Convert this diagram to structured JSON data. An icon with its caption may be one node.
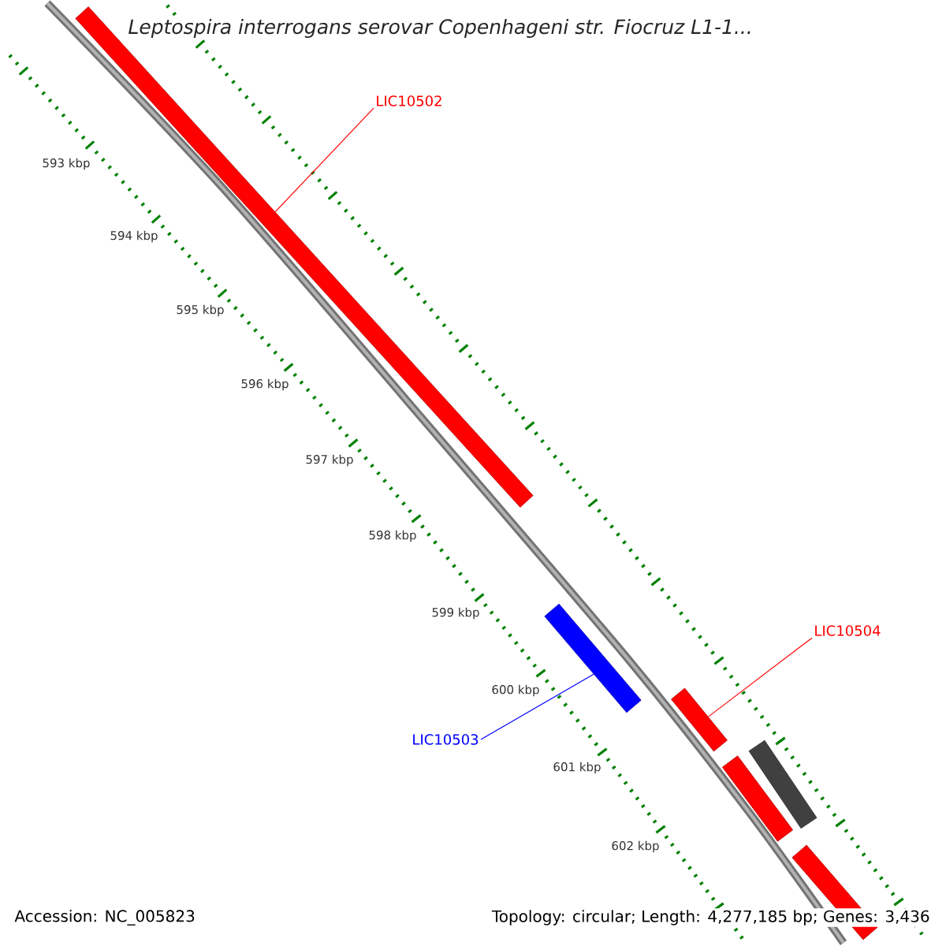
{
  "diagram": {
    "title": "Leptospira interrogans serovar Copenhageni str. Fiocruz L1-1...",
    "nodes": [
      {
        "text": [
          "LIC10502"
        ]
      },
      {
        "text": [],
        "shape": "bar"
      },
      {
        "text": [
          "LIC10504"
        ]
      },
      {
        "text": [],
        "shape": "bar"
      },
      {
        "text": [
          "LIC10503"
        ]
      },
      {
        "text": [],
        "shape": "bar"
      },
      {
        "text": [],
        "shape": "bar"
      },
      {
        "text": [],
        "shape": "bar"
      },
      {
        "text": [],
        "shape": "bar"
      }
    ],
    "edges": [
      {
        "from": 0,
        "to": 1,
        "arrow": "none"
      },
      {
        "from": 2,
        "to": 3,
        "arrow": "none"
      },
      {
        "from": 4,
        "to": 5,
        "arrow": "none",
        "color": "#0000ff"
      }
    ],
    "labels": [
      "593 kbp",
      "594 kbp",
      "595 kbp",
      "596 kbp",
      "597 kbp",
      "598 kbp",
      "599 kbp",
      "600 kbp",
      "601 kbp",
      "602 kbp",
      "Accession: NC_005823",
      "Topology: circular; Length: 4,277,185 bp; Genes: 3,436"
    ]
  }
}
